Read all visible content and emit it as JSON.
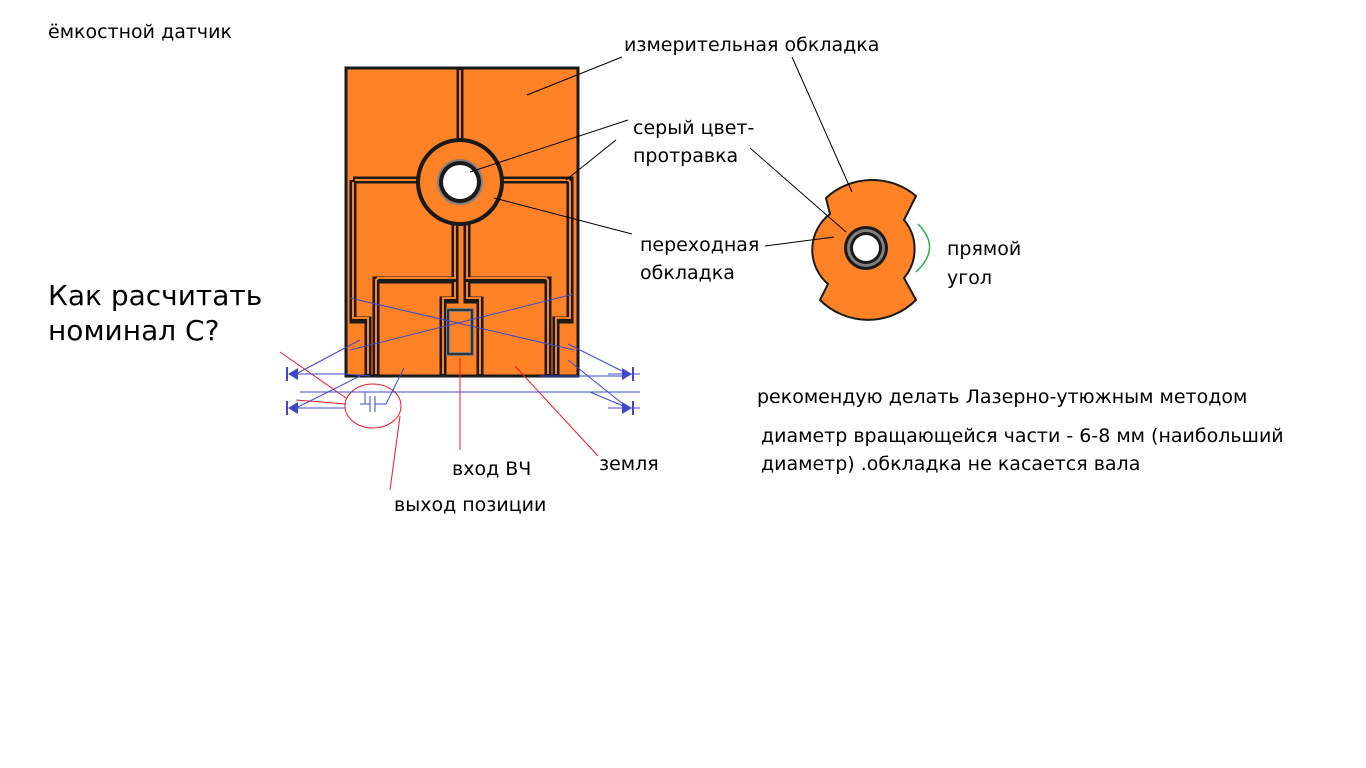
{
  "title": "ёмкостной датчик",
  "question": {
    "line1": "Как расчитать",
    "line2": "номинал С?"
  },
  "labels": {
    "measuring_plate": "измерительная обкладка",
    "gray_color_line1": "серый цвет-",
    "gray_color_line2": "протравка",
    "transition_plate_line1": "переходная",
    "transition_plate_line2": "обкладка",
    "right_angle_line1": "прямой",
    "right_angle_line2": "угол",
    "hf_input": "вход ВЧ",
    "ground": "земля",
    "position_output": "выход позиции"
  },
  "notes": {
    "method": "рекомендую делать Лазерно-утюжным методом",
    "diameter_line1": "диаметр вращающейся части - 6-8 мм (наибольший",
    "diameter_line2": "диаметр) .обкладка не касается вала"
  },
  "colors": {
    "copper": "#ff8227",
    "etch": "#7f7f7f",
    "outline": "#1a1a1a",
    "leader": "#000000",
    "circuit_blue": "#3f48cc",
    "annotation_red": "#ed1c24",
    "angle_green": "#22b14c"
  }
}
